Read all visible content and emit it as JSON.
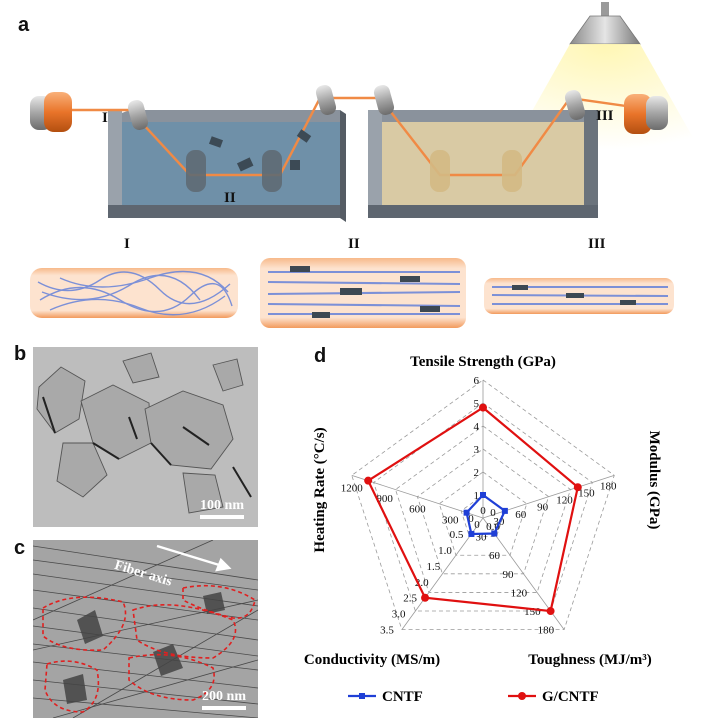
{
  "panels": {
    "a": {
      "letter": "a",
      "stage_labels": [
        "I",
        "II",
        "III"
      ],
      "section_labels": [
        "I",
        "II",
        "III"
      ]
    },
    "b": {
      "letter": "b",
      "scale_bar": "100 nm"
    },
    "c": {
      "letter": "c",
      "scale_bar": "200 nm",
      "annotation": "Fiber axis"
    },
    "d": {
      "letter": "d"
    }
  },
  "colors": {
    "cntf": "#1f3fd6",
    "gcntf": "#e01010",
    "fiber": "#f29a5c",
    "bath1": "#6d8fa6",
    "bath2": "#d9c9a3",
    "tank": "#7d8590"
  },
  "chart_data": {
    "type": "radar",
    "axes": [
      {
        "label": "Tensile Strength (GPa)",
        "ticks": [
          "1",
          "2",
          "3",
          "4",
          "5",
          "6"
        ],
        "range": [
          0,
          6
        ]
      },
      {
        "label": "Modulus (GPa)",
        "ticks": [
          "30",
          "60",
          "90",
          "120",
          "150",
          "180"
        ],
        "range": [
          0,
          180
        ]
      },
      {
        "label": "Toughness (MJ/m³)",
        "ticks": [
          "30",
          "60",
          "90",
          "120",
          "150",
          "180"
        ],
        "range": [
          0,
          180
        ]
      },
      {
        "label": "Conductivity (MS/m)",
        "ticks": [
          "0.5",
          "1.0",
          "1.5",
          "2.0",
          "2.5",
          "3.0",
          "3.5"
        ],
        "range": [
          0,
          3.5
        ]
      },
      {
        "label": "Heating Rate (°C/s)",
        "ticks": [
          "300",
          "600",
          "900",
          "1200"
        ],
        "range": [
          0,
          1200
        ]
      }
    ],
    "center_labels": [
      "0",
      "0",
      "0.0",
      "0",
      "0"
    ],
    "series": [
      {
        "name": "CNTF",
        "values": [
          1.0,
          30,
          25,
          0.5,
          150
        ]
      },
      {
        "name": "G/CNTF",
        "values": [
          4.8,
          130,
          150,
          2.5,
          1050
        ]
      }
    ],
    "legend": [
      "CNTF",
      "G/CNTF"
    ],
    "legend_position": "bottom",
    "grid": true
  }
}
